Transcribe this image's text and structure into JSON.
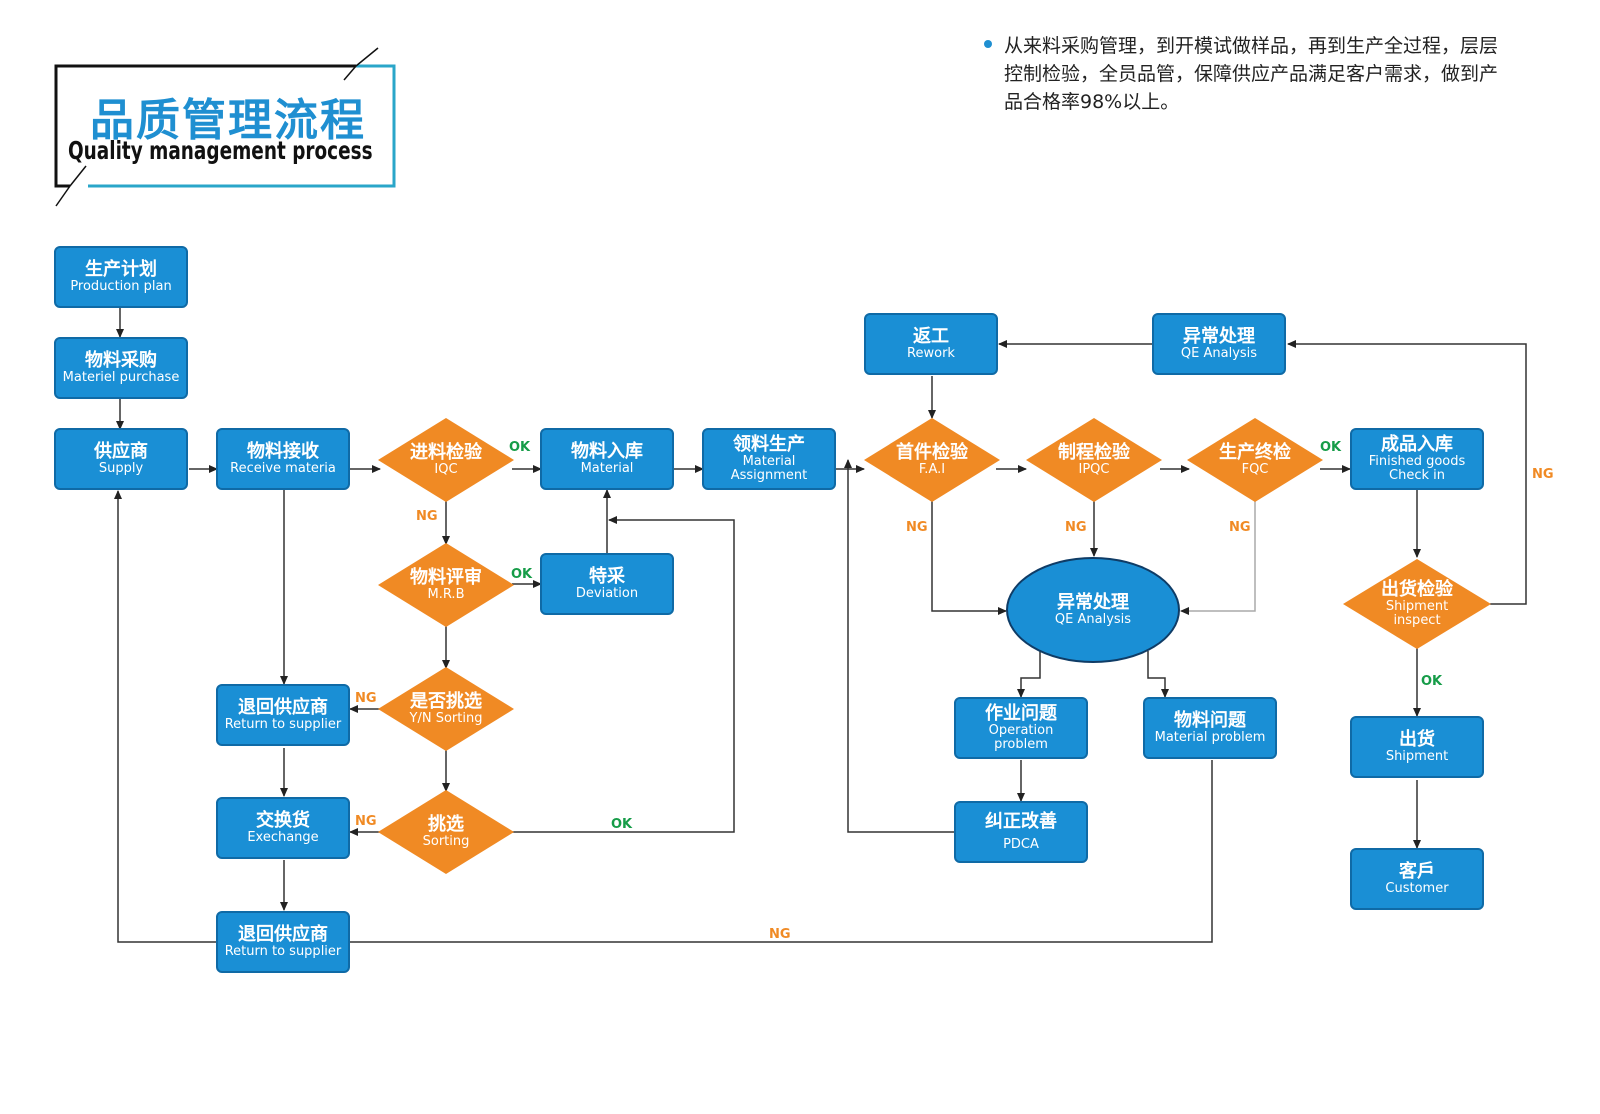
{
  "header": {
    "title_cn": "品质管理流程",
    "title_en": "Quality management process",
    "note": "从来料采购管理，到开模试做样品，再到生产全过程，层层控制检验，全员品管，保障供应产品满足客户需求，做到产品合格率98%以上。"
  },
  "colors": {
    "box_fill": "#1a8fd5",
    "diamond_fill": "#f08a24",
    "ok_label": "#169c48",
    "ng_label": "#f08a24",
    "title": "#1f8fd1"
  },
  "nodes": {
    "production_plan": {
      "cn": "生产计划",
      "en": "Production plan"
    },
    "materiel_purchase": {
      "cn": "物料采购",
      "en": "Materiel purchase"
    },
    "supply": {
      "cn": "供应商",
      "en": "Supply"
    },
    "receive_materia": {
      "cn": "物料接收",
      "en": "Receive materia"
    },
    "iqc": {
      "cn": "进料检验",
      "en": "IQC"
    },
    "material_in": {
      "cn": "物料入库",
      "en": "Material"
    },
    "material_assignment": {
      "cn": "领料生产",
      "en": "Material Assignment"
    },
    "mrb": {
      "cn": "物料评审",
      "en": "M.R.B"
    },
    "deviation": {
      "cn": "特采",
      "en": "Deviation"
    },
    "yn_sorting": {
      "cn": "是否挑选",
      "en": "Y/N Sorting"
    },
    "return_supplier_1": {
      "cn": "退回供应商",
      "en": "Return to supplier"
    },
    "sorting": {
      "cn": "挑选",
      "en": "Sorting"
    },
    "exchange": {
      "cn": "交换货",
      "en": "Exechange"
    },
    "return_supplier_2": {
      "cn": "退回供应商",
      "en": "Return to supplier"
    },
    "rework": {
      "cn": "返工",
      "en": "Rework"
    },
    "qe_top": {
      "cn": "异常处理",
      "en": "QE Analysis"
    },
    "fai": {
      "cn": "首件检验",
      "en": "F.A.I"
    },
    "ipqc": {
      "cn": "制程检验",
      "en": "IPQC"
    },
    "fqc": {
      "cn": "生产终检",
      "en": "FQC"
    },
    "finished_goods": {
      "cn": "成品入库",
      "en": "Finished goods Check in"
    },
    "qe_center": {
      "cn": "异常处理",
      "en": "QE Analysis"
    },
    "operation_problem": {
      "cn": "作业问题",
      "en": "Operation problem"
    },
    "material_problem": {
      "cn": "物料问题",
      "en": "Material problem"
    },
    "pdca": {
      "cn": "纠正改善",
      "en": "PDCA"
    },
    "shipment_inspect": {
      "cn": "出货检验",
      "en": "Shipment inspect"
    },
    "shipment": {
      "cn": "出货",
      "en": "Shipment"
    },
    "customer": {
      "cn": "客戶",
      "en": "Customer"
    }
  },
  "labels": {
    "ok": "OK",
    "ng": "NG"
  }
}
